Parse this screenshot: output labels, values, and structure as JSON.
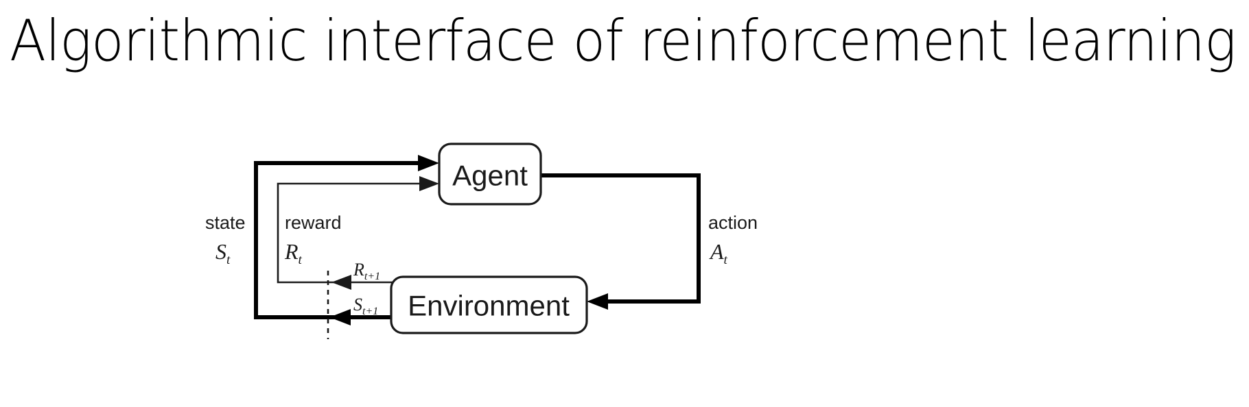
{
  "slide": {
    "title": "Algorithmic interface of reinforcement learning",
    "background_color": "#ffffff",
    "text_color": "#000000"
  },
  "diagram": {
    "name": "agent-environment-interaction-loop",
    "type": "flow-diagram",
    "nodes": [
      {
        "id": "agent",
        "label": "Agent"
      },
      {
        "id": "environment",
        "label": "Environment"
      }
    ],
    "edge_labels": {
      "state_word": "state",
      "state_symbol": "S",
      "state_subscript": "t",
      "reward_word": "reward",
      "reward_symbol": "R",
      "reward_subscript": "t",
      "action_word": "action",
      "action_symbol": "A",
      "action_subscript": "t",
      "next_reward_symbol": "R",
      "next_reward_subscript": "t+1",
      "next_state_symbol": "S",
      "next_state_subscript": "t+1"
    },
    "line_color": "#000000",
    "box_fill": "#ffffff",
    "box_stroke": "#1a1a1a"
  }
}
